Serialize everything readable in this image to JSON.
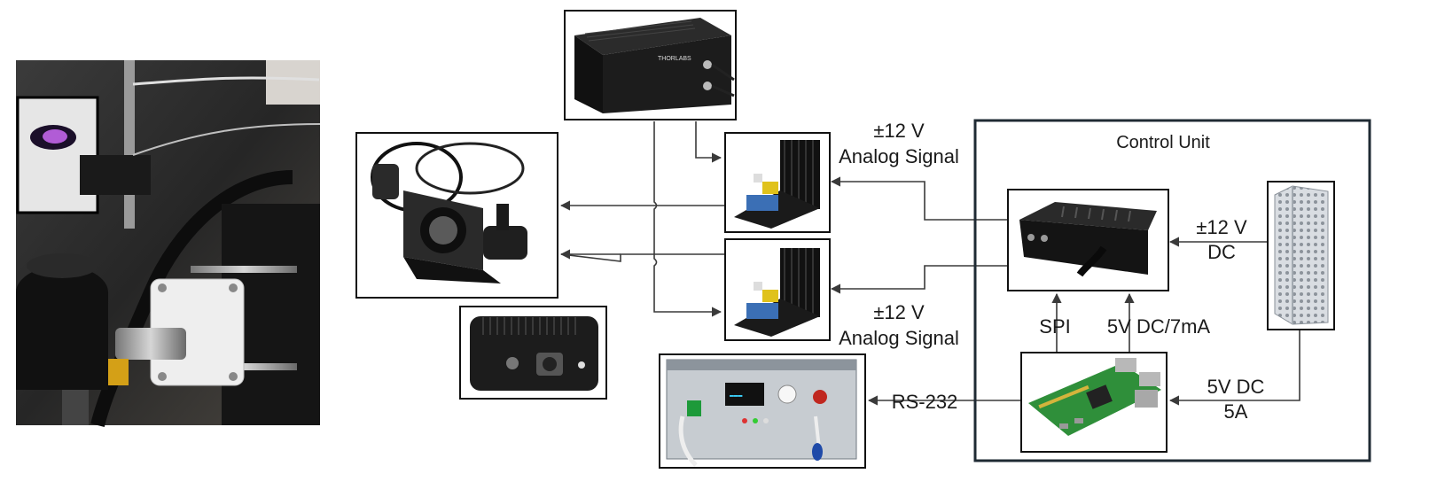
{
  "control_unit": {
    "title": "Control Unit"
  },
  "labels": {
    "analog_top_line1": "±12 V",
    "analog_top_line2": "Analog Signal",
    "analog_bottom_line1": "±12 V",
    "analog_bottom_line2": "Analog Signal",
    "dc12_line1": "±12 V",
    "dc12_line2": "DC",
    "spi": "SPI",
    "dc5_7ma": "5V DC/7mA",
    "dc5_line1": "5V DC",
    "dc5_line2": "5A",
    "rs232": "RS-232"
  },
  "device_text": {
    "brand": "THORLABS"
  },
  "colors": {
    "frame": "#111111",
    "wire": "#3a3a3a",
    "board_green": "#2f8f3a",
    "laser_panel": "#c7ccd1",
    "device_black": "#1c1c1c"
  }
}
